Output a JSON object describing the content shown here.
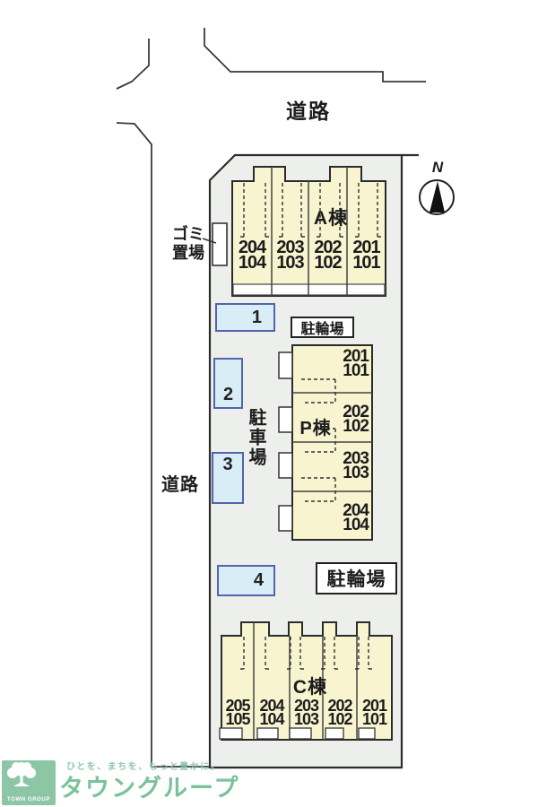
{
  "labels": {
    "road_top": "道路",
    "road_left": "道路",
    "north": "N",
    "garbage_line1": "ゴミ",
    "garbage_line2": "置場",
    "bike_parking_top": "駐輪場",
    "bike_parking_bottom": "駐輪場",
    "car_parking": "駐車場"
  },
  "buildings": {
    "a": {
      "name": "A棟",
      "units": [
        {
          "upper": "204",
          "lower": "104"
        },
        {
          "upper": "203",
          "lower": "103"
        },
        {
          "upper": "202",
          "lower": "102"
        },
        {
          "upper": "201",
          "lower": "101"
        }
      ]
    },
    "p": {
      "name": "P棟",
      "units": [
        {
          "upper": "201",
          "lower": "101"
        },
        {
          "upper": "202",
          "lower": "102"
        },
        {
          "upper": "203",
          "lower": "103"
        },
        {
          "upper": "204",
          "lower": "104"
        }
      ]
    },
    "c": {
      "name": "C棟",
      "units": [
        {
          "upper": "205",
          "lower": "105"
        },
        {
          "upper": "204",
          "lower": "104"
        },
        {
          "upper": "203",
          "lower": "103"
        },
        {
          "upper": "202",
          "lower": "102"
        },
        {
          "upper": "201",
          "lower": "101"
        }
      ]
    }
  },
  "parking_spaces": [
    "1",
    "2",
    "3",
    "4"
  ],
  "logo": {
    "badge": "TOWN GROUP",
    "tagline": "ひとを、まちを、もっと豊かに。",
    "company": "タウングループ"
  },
  "colors": {
    "site_fill": "#edefec",
    "building_fill": "#f8f4d0",
    "parking_fill": "#d9edf6",
    "parking_border": "#5264ab",
    "line": "#3a3a3a",
    "logo_green": "#8cc6a5",
    "logo_text_green": "#79c29a"
  }
}
